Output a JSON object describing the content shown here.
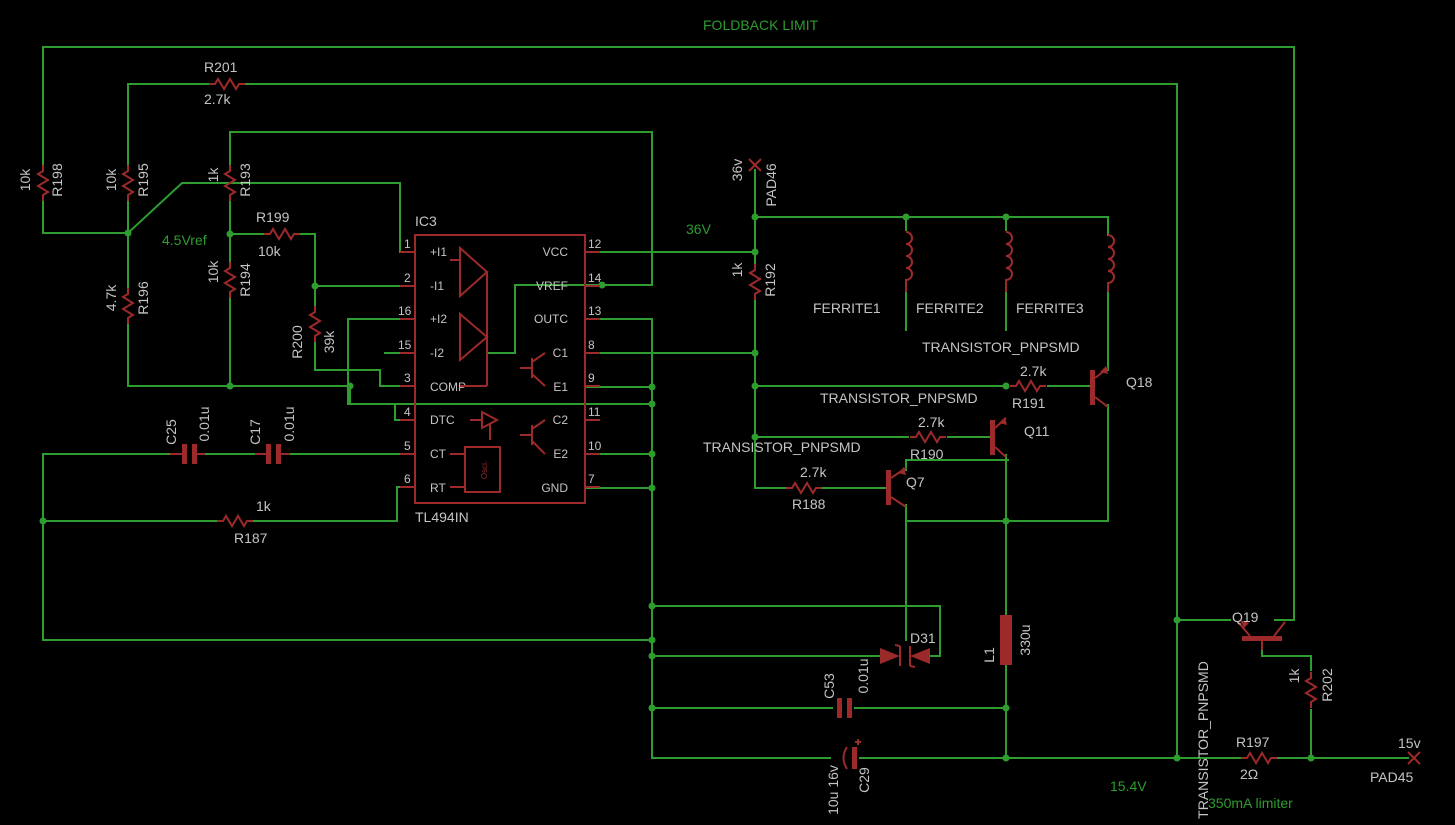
{
  "nets": {
    "foldback": "FOLDBACK LIMIT",
    "vref45": "4.5Vref",
    "v36": "36V",
    "v154": "15.4V",
    "limiter": "350mA limiter"
  },
  "ic": {
    "name": "IC3",
    "part": "TL494IN",
    "osc": "Osci.",
    "pins_left": [
      {
        "num": "1",
        "name": "+I1"
      },
      {
        "num": "2",
        "name": "-I1"
      },
      {
        "num": "16",
        "name": "+I2"
      },
      {
        "num": "15",
        "name": "-I2"
      },
      {
        "num": "3",
        "name": "COMP"
      },
      {
        "num": "4",
        "name": "DTC"
      },
      {
        "num": "5",
        "name": "CT"
      },
      {
        "num": "6",
        "name": "RT"
      }
    ],
    "pins_right": [
      {
        "num": "12",
        "name": "VCC"
      },
      {
        "num": "14",
        "name": "VREF"
      },
      {
        "num": "13",
        "name": "OUTC"
      },
      {
        "num": "8",
        "name": "C1"
      },
      {
        "num": "9",
        "name": "E1"
      },
      {
        "num": "11",
        "name": "C2"
      },
      {
        "num": "10",
        "name": "E2"
      },
      {
        "num": "7",
        "name": "GND"
      }
    ]
  },
  "resistors": {
    "r201": {
      "name": "R201",
      "value": "2.7k"
    },
    "r198": {
      "name": "R198",
      "value": "10k"
    },
    "r195": {
      "name": "R195",
      "value": "10k"
    },
    "r193": {
      "name": "R193",
      "value": "1k"
    },
    "r199": {
      "name": "R199",
      "value": "10k"
    },
    "r194": {
      "name": "R194",
      "value": "10k"
    },
    "r196": {
      "name": "R196",
      "value": "4.7k"
    },
    "r200": {
      "name": "R200",
      "value": "39k"
    },
    "r187": {
      "name": "R187",
      "value": "1k"
    },
    "r192": {
      "name": "R192",
      "value": "1k"
    },
    "r191": {
      "name": "R191",
      "value": "2.7k"
    },
    "r190": {
      "name": "R190",
      "value": "2.7k"
    },
    "r188": {
      "name": "R188",
      "value": "2.7k"
    },
    "r202": {
      "name": "R202",
      "value": "1k"
    },
    "r197": {
      "name": "R197",
      "value": "2Ω"
    }
  },
  "capacitors": {
    "c25": {
      "name": "C25",
      "value": "0.01u"
    },
    "c17": {
      "name": "C17",
      "value": "0.01u"
    },
    "c53": {
      "name": "C53",
      "value": "0.01u"
    },
    "c29": {
      "name": "C29",
      "value": "10u 16v"
    }
  },
  "inductors": {
    "ferrite1": "FERRITE1",
    "ferrite2": "FERRITE2",
    "ferrite3": "FERRITE3",
    "l1": {
      "name": "L1",
      "value": "330u"
    }
  },
  "transistors": {
    "q18": {
      "name": "Q18",
      "type": "TRANSISTOR_PNPSMD"
    },
    "q11": {
      "name": "Q11",
      "type": "TRANSISTOR_PNPSMD"
    },
    "q7": {
      "name": "Q7",
      "type": "TRANSISTOR_PNPSMD"
    },
    "q19": {
      "name": "Q19",
      "type": "TRANSISTOR_PNPSMD"
    }
  },
  "diode": {
    "name": "D31"
  },
  "pads": {
    "pad46": {
      "name": "PAD46",
      "value": "36v"
    },
    "pad45": {
      "name": "PAD45",
      "value": "15v"
    }
  },
  "colors": {
    "wire": "#2e9c2e",
    "part": "#9c2a2a",
    "text": "#c4c4c4",
    "background": "#000000"
  }
}
